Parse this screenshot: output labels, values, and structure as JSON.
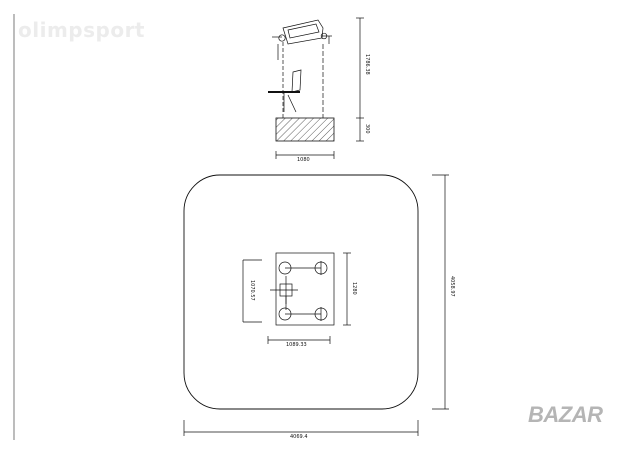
{
  "watermark": {
    "text": "olimpsport"
  },
  "badge": {
    "text": "BAZAR"
  },
  "dimensions": {
    "elevation_height": "1786.38",
    "base_height": "300",
    "base_width": "1080",
    "platform_width": "1089.33",
    "platform_depth": "1070.57",
    "platform_depth_2": "1280",
    "area_height": "4058.97",
    "area_width": "4069.4"
  },
  "colors": {
    "line": "#111111",
    "hatch": "#333333",
    "watermark": "#ececec",
    "badge": "#b5b5b5"
  }
}
